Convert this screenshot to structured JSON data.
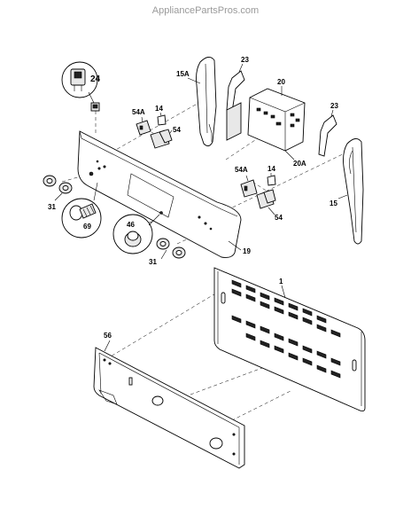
{
  "watermark": "AppliancePartsPros.com",
  "callouts": {
    "c1": "1",
    "c14a": "14",
    "c14b": "14",
    "c15": "15",
    "c15a": "15A",
    "c19": "19",
    "c20": "20",
    "c20a": "20A",
    "c23a": "23",
    "c23b": "23",
    "c24": "24",
    "c31a": "31",
    "c31b": "31",
    "c46": "46",
    "c54a": "54",
    "c54b": "54",
    "c54Aa": "54A",
    "c54Ab": "54A",
    "c56": "56",
    "c69": "69"
  },
  "icons": [
    "switch-icon",
    "bulb-icon",
    "knob-icon"
  ]
}
